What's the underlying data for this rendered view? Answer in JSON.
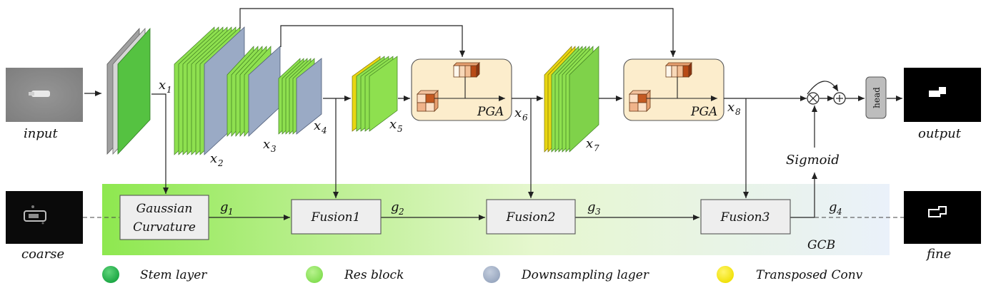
{
  "labels": {
    "input": "input",
    "coarse": "coarse",
    "output": "output",
    "fine": "fine",
    "x1": "x",
    "x1_sub": "1",
    "x2": "x",
    "x2_sub": "2",
    "x3": "x",
    "x3_sub": "3",
    "x4": "x",
    "x4_sub": "4",
    "x5": "x",
    "x5_sub": "5",
    "x6": "x",
    "x6_sub": "6",
    "x7": "x",
    "x7_sub": "7",
    "x8": "x",
    "x8_sub": "8",
    "g1": "g",
    "g1_sub": "1",
    "g2": "g",
    "g2_sub": "2",
    "g3": "g",
    "g3_sub": "3",
    "g4": "g",
    "g4_sub": "4",
    "sigmoid": "Sigmoid",
    "gcb": "GCB",
    "pga1": "PGA",
    "pga2": "PGA",
    "head": "head",
    "multiply": "⊗",
    "add": "⊕"
  },
  "boxes": {
    "gaussian_line1": "Gaussian",
    "gaussian_line2": "Curvature",
    "fusion1": "Fusion1",
    "fusion2": "Fusion2",
    "fusion3": "Fusion3"
  },
  "legend": [
    {
      "label": "Stem layer",
      "color": "#1fb34a"
    },
    {
      "label": "Res block",
      "color": "#8fe85f"
    },
    {
      "label": "Downsampling lager",
      "color": "#a6b3c9"
    },
    {
      "label": "Transposed Conv",
      "color": "#f5e700"
    }
  ],
  "colors": {
    "green": "#79cc46",
    "green_light": "#a6e36f",
    "blue_gray": "#9aa9c4",
    "yellow": "#e7d20f",
    "pga_bg": "#fcedcc",
    "gcb_band_start": "#8ee84f",
    "gcb_band_end": "#eaf3fb"
  }
}
